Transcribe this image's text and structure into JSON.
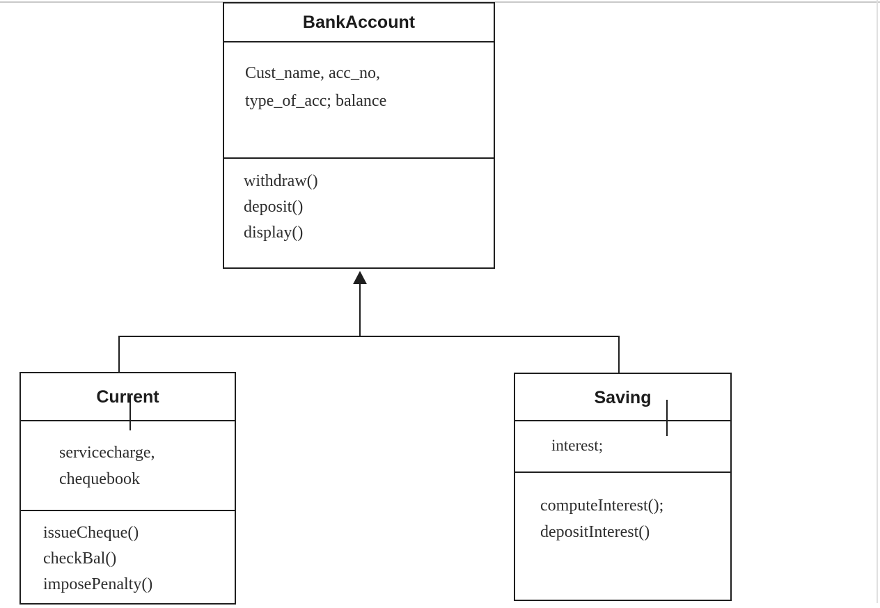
{
  "diagram_type": "uml-class-diagram",
  "classes": {
    "bank_account": {
      "name": "BankAccount",
      "attributes": [
        "Cust_name, acc_no,",
        "type_of_acc; balance"
      ],
      "methods": [
        "withdraw()",
        "deposit()",
        "display()"
      ]
    },
    "current": {
      "name": "Current",
      "attributes": [
        "servicecharge,",
        "chequebook"
      ],
      "methods": [
        "issueCheque()",
        "checkBal()",
        "imposePenalty()"
      ]
    },
    "saving": {
      "name": "Saving",
      "attributes": [
        "interest;"
      ],
      "methods": [
        "computeInterest();",
        "depositInterest()"
      ]
    }
  },
  "relationships": [
    {
      "type": "generalization",
      "parent": "BankAccount",
      "children": [
        "Current",
        "Saving"
      ],
      "arrowhead": "filled-triangle-up"
    }
  ],
  "colors": {
    "line": "#1f1f1f",
    "text": "#2e2e2e",
    "title_text": "#1c1c1c",
    "background": "#ffffff",
    "frame_edge": "#c9c9c9"
  }
}
